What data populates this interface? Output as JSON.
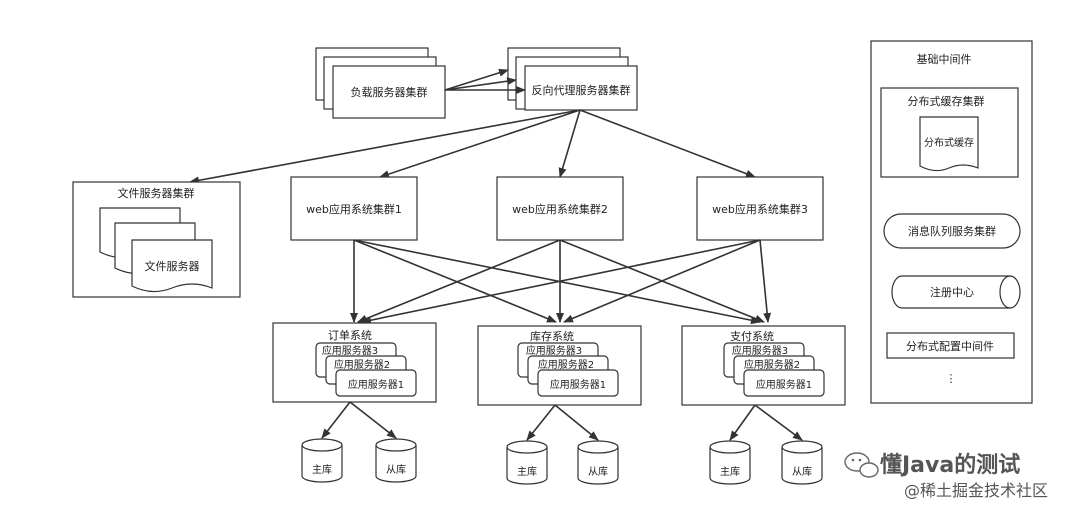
{
  "nodes": {
    "load_balancer": "负载服务器集群",
    "reverse_proxy": "反向代理服务器集群",
    "file_cluster": "文件服务器集群",
    "file_server": "文件服务器",
    "web1": "web应用系统集群1",
    "web2": "web应用系统集群2",
    "web3": "web应用系统集群3",
    "order_system": "订单系统",
    "inventory_system": "库存系统",
    "payment_system": "支付系统",
    "app_server_1": "应用服务器1",
    "app_server_2": "应用服务器2",
    "app_server_3": "应用服务器3",
    "master_db": "主库",
    "slave_db": "从库"
  },
  "middleware": {
    "title": "基础中间件",
    "cache_cluster": "分布式缓存集群",
    "cache": "分布式缓存",
    "mq_cluster": "消息队列服务集群",
    "registry": "注册中心",
    "config_middleware": "分布式配置中间件",
    "more": "⋮"
  },
  "watermark": {
    "line1": "懂Java的测试",
    "line2": "@稀土掘金技术社区"
  }
}
